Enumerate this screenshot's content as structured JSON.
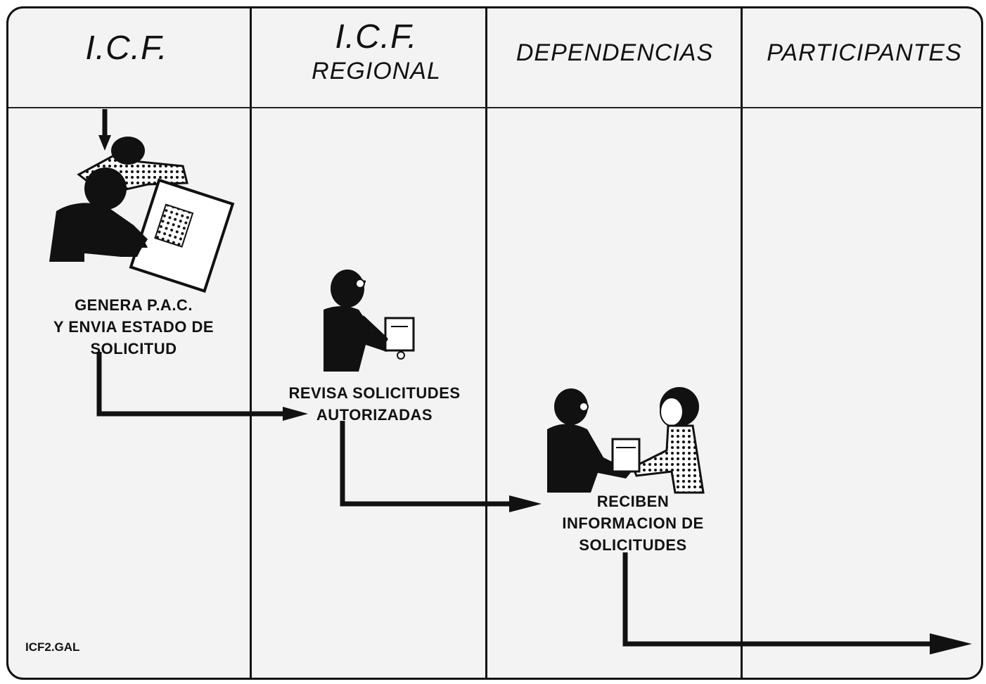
{
  "columns": [
    {
      "line1": "I.C.F.",
      "line2": ""
    },
    {
      "line1": "I.C.F.",
      "line2": "REGIONAL"
    },
    {
      "line1": "DEPENDENCIAS",
      "line2": ""
    },
    {
      "line1": "PARTICIPANTES",
      "line2": ""
    }
  ],
  "steps": [
    {
      "lines": [
        "GENERA P.A.C.",
        "Y ENVIA ESTADO DE",
        "SOLICITUD"
      ]
    },
    {
      "lines": [
        "REVISA SOLICITUDES",
        "AUTORIZADAS"
      ]
    },
    {
      "lines": [
        "RECIBEN",
        "INFORMACION DE",
        "SOLICITUDES"
      ]
    }
  ],
  "filename": "ICF2.GAL",
  "colors": {
    "ink": "#111111",
    "background": "#f3f3f3"
  }
}
